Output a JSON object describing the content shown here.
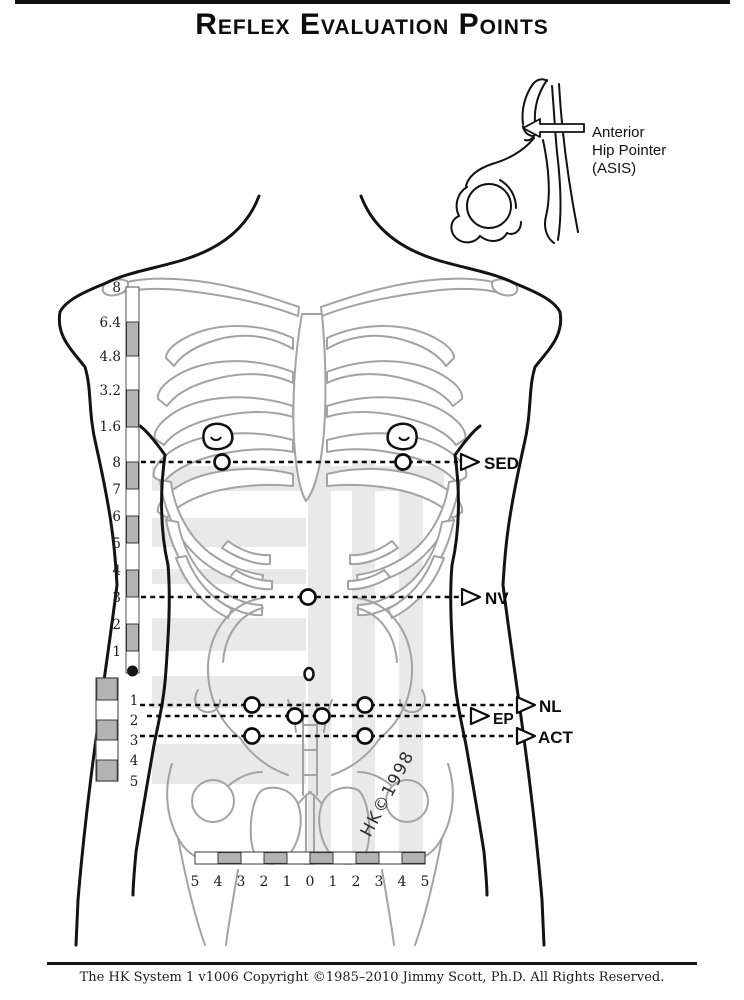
{
  "title": "Reflex Evaluation Points",
  "inset": {
    "label": [
      "Anterior",
      "Hip Pointer",
      "(ASIS)"
    ]
  },
  "reflex_points": {
    "sed": "SED",
    "nv": "NV",
    "nl": "NL",
    "ep": "EP",
    "act": "ACT"
  },
  "rulers": {
    "upper_scale_labels": [
      "8",
      "6.4",
      "4.8",
      "3.2",
      "1.6"
    ],
    "unit_scale_labels": [
      "8",
      "7",
      "6",
      "5",
      "4",
      "3",
      "2",
      "1"
    ],
    "lower_scale_labels": [
      "1",
      "2",
      "3",
      "4",
      "5"
    ],
    "bottom_scale_labels": [
      "5",
      "4",
      "3",
      "2",
      "1",
      "0",
      "1",
      "2",
      "3",
      "4",
      "5"
    ]
  },
  "figure_watermark": "HK©1998",
  "footer": "The HK System 1 v1006 Copyright ©1985–2010 Jimmy Scott, Ph.D. All Rights Reserved."
}
